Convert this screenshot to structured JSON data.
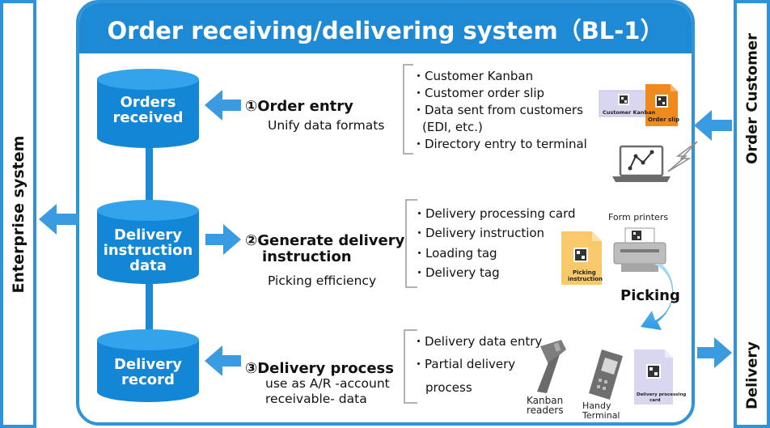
{
  "header": {
    "title": "Order receiving/delivering system（BL-1）"
  },
  "side_left": {
    "label": "Enterprise system"
  },
  "side_right": {
    "top_label": "Order Customer",
    "bottom_label": "Delivery"
  },
  "databases": [
    {
      "line1": "Orders",
      "line2": "received",
      "line3": ""
    },
    {
      "line1": "Delivery",
      "line2": "instruction",
      "line3": "data"
    },
    {
      "line1": "Delivery",
      "line2": "record",
      "line3": ""
    }
  ],
  "steps": [
    {
      "title": "①Order entry",
      "title2": "",
      "sub1": "Unify data formats",
      "sub2": ""
    },
    {
      "title": "②Generate delivery",
      "title2": "instruction",
      "sub1": "Picking efficiency",
      "sub2": ""
    },
    {
      "title": "③Delivery process",
      "title2": "",
      "sub1": "use as A/R -account",
      "sub2": "receivable- data"
    }
  ],
  "bullets": {
    "group1": [
      "・Customer Kanban",
      "・Customer order slip",
      "・Data sent from customers",
      "(EDI, etc.)",
      "・Directory entry to terminal"
    ],
    "group2": [
      "・Delivery processing card",
      "・Delivery instruction",
      "・Loading tag",
      "・Delivery tag"
    ],
    "group3": [
      "・Delivery data entry",
      "・Partial delivery",
      "process"
    ]
  },
  "devices": {
    "customer_kanban": "Customer Kanban",
    "order_slip": "Order slip",
    "form_printers": "Form printers",
    "picking_instruction_1": "Picking",
    "picking_instruction_2": "instruction",
    "picking": "Picking",
    "kanban_readers_1": "Kanban",
    "kanban_readers_2": "readers",
    "handy_terminal_1": "Handy",
    "handy_terminal_2": "Terminal",
    "delivery_card_1": "Delivery processing",
    "delivery_card_2": "card"
  },
  "colors": {
    "accent": "#1e8ad6",
    "frame": "#2e93d8",
    "arrow": "#3a9be0",
    "db": "#1386d6",
    "orange": "#f08a1c",
    "yellow": "#f7c96a"
  }
}
